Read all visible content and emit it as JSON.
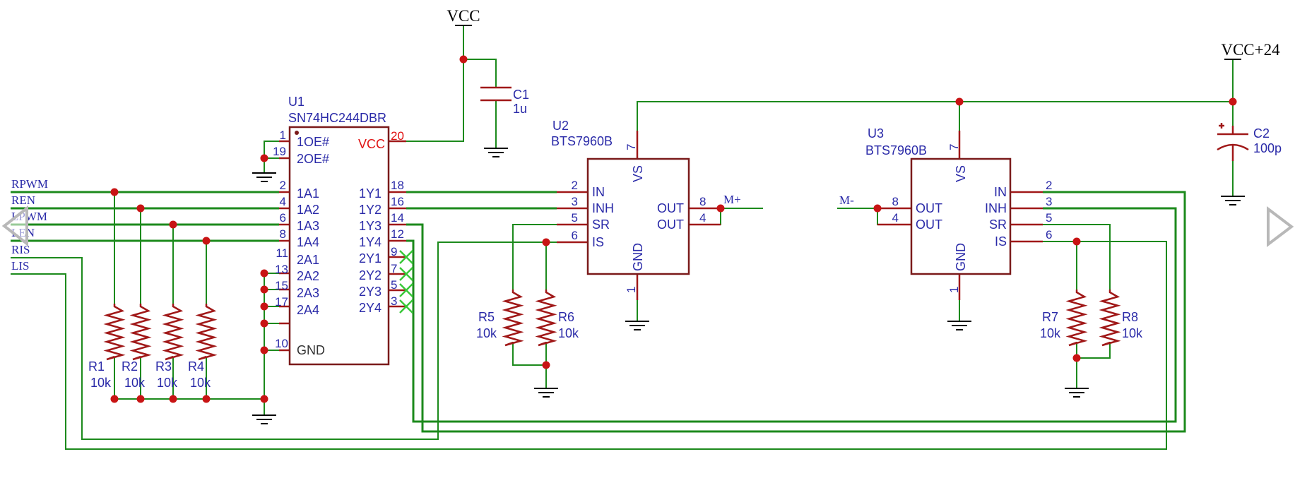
{
  "supplies": {
    "vcc": "VCC",
    "vcc24": "VCC+24"
  },
  "nets": {
    "rpwm": "RPWM",
    "ren": "REN",
    "lpwm": "LPWM",
    "len": "LEN",
    "ris": "RIS",
    "lis": "LIS",
    "mplus": "M+",
    "mminus": "M-"
  },
  "u1": {
    "ref": "U1",
    "part": "SN74HC244DBR",
    "left_pins": [
      {
        "num": "1",
        "name": "1OE#"
      },
      {
        "num": "19",
        "name": "2OE#"
      },
      {
        "num": "2",
        "name": "1A1"
      },
      {
        "num": "4",
        "name": "1A2"
      },
      {
        "num": "6",
        "name": "1A3"
      },
      {
        "num": "8",
        "name": "1A4"
      },
      {
        "num": "11",
        "name": "2A1"
      },
      {
        "num": "13",
        "name": "2A2"
      },
      {
        "num": "15",
        "name": "2A3"
      },
      {
        "num": "17",
        "name": "2A4"
      },
      {
        "num": "10",
        "name": "GND"
      }
    ],
    "right_pins": [
      {
        "num": "20",
        "name": "VCC"
      },
      {
        "num": "18",
        "name": "1Y1"
      },
      {
        "num": "16",
        "name": "1Y2"
      },
      {
        "num": "14",
        "name": "1Y3"
      },
      {
        "num": "12",
        "name": "1Y4"
      },
      {
        "num": "9",
        "name": "2Y1"
      },
      {
        "num": "7",
        "name": "2Y2"
      },
      {
        "num": "5",
        "name": "2Y3"
      },
      {
        "num": "3",
        "name": "2Y4"
      }
    ]
  },
  "u2": {
    "ref": "U2",
    "part": "BTS7960B",
    "pins": [
      {
        "num": "2",
        "name": "IN"
      },
      {
        "num": "3",
        "name": "INH"
      },
      {
        "num": "5",
        "name": "SR"
      },
      {
        "num": "6",
        "name": "IS"
      },
      {
        "num": "8",
        "name": "OUT"
      },
      {
        "num": "4",
        "name": "OUT"
      },
      {
        "num": "7",
        "name": "VS"
      },
      {
        "num": "1",
        "name": "GND"
      }
    ]
  },
  "u3": {
    "ref": "U3",
    "part": "BTS7960B",
    "pins": [
      {
        "num": "2",
        "name": "IN"
      },
      {
        "num": "3",
        "name": "INH"
      },
      {
        "num": "5",
        "name": "SR"
      },
      {
        "num": "6",
        "name": "IS"
      },
      {
        "num": "8",
        "name": "OUT"
      },
      {
        "num": "4",
        "name": "OUT"
      },
      {
        "num": "7",
        "name": "VS"
      },
      {
        "num": "1",
        "name": "GND"
      }
    ]
  },
  "resistors": [
    {
      "ref": "R1",
      "value": "10k"
    },
    {
      "ref": "R2",
      "value": "10k"
    },
    {
      "ref": "R3",
      "value": "10k"
    },
    {
      "ref": "R4",
      "value": "10k"
    },
    {
      "ref": "R5",
      "value": "10k"
    },
    {
      "ref": "R6",
      "value": "10k"
    },
    {
      "ref": "R7",
      "value": "10k"
    },
    {
      "ref": "R8",
      "value": "10k"
    }
  ],
  "capacitors": [
    {
      "ref": "C1",
      "value": "1u"
    },
    {
      "ref": "C2",
      "value": "100p"
    }
  ],
  "nav": {
    "prev_icon": "chevron-left-icon",
    "next_icon": "chevron-right-icon"
  }
}
